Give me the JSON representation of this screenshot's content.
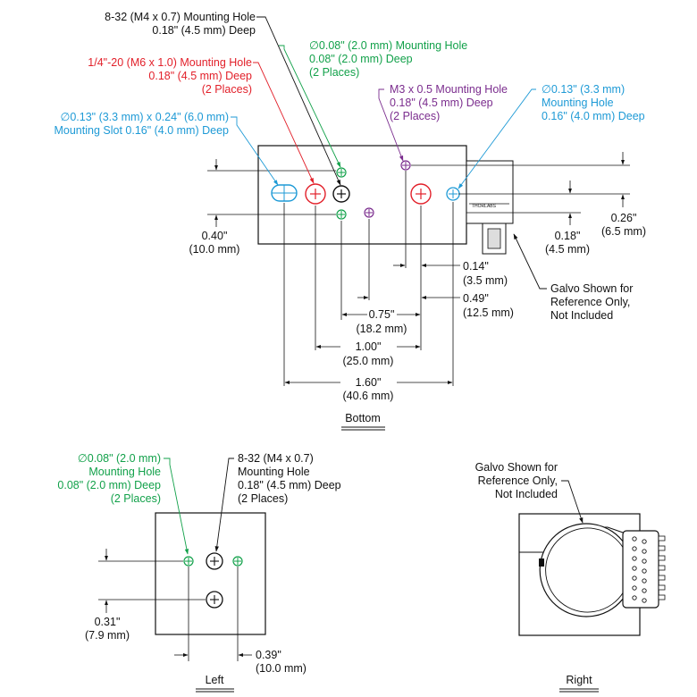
{
  "colors": {
    "black": "#111111",
    "red": "#e2202a",
    "green": "#12a14a",
    "purple": "#7b2d8e",
    "blue": "#1e9ad6"
  },
  "bottom_view": {
    "title": "Bottom",
    "callout_832": [
      "8-32 (M4 x 0.7) Mounting Hole",
      "0.18\" (4.5 mm) Deep"
    ],
    "callout_quarter20": [
      "1/4\"-20 (M6 x 1.0) Mounting Hole",
      "0.18\" (4.5 mm) Deep",
      "(2 Places)"
    ],
    "callout_d008": [
      "∅0.08\" (2.0 mm) Mounting Hole",
      "0.08\" (2.0 mm) Deep",
      "(2 Places)"
    ],
    "callout_m3": [
      "M3 x 0.5 Mounting Hole",
      "0.18\" (4.5 mm) Deep",
      "(2 Places)"
    ],
    "callout_d013": [
      "∅0.13\" (3.3 mm)",
      "Mounting Hole",
      "0.16\" (4.0 mm) Deep"
    ],
    "callout_slot": [
      "∅0.13\" (3.3 mm) x 0.24\" (6.0 mm)",
      "Mounting Slot 0.16\" (4.0 mm) Deep"
    ],
    "galvo_note": [
      "Galvo Shown for",
      "Reference Only,",
      "Not Included"
    ],
    "dims": {
      "d040": [
        "0.40\"",
        "(10.0 mm)"
      ],
      "d026": [
        "0.26\"",
        "(6.5 mm)"
      ],
      "d018": [
        "0.18\"",
        "(4.5 mm)"
      ],
      "d014": [
        "0.14\"",
        "(3.5 mm)"
      ],
      "d049": [
        "0.49\"",
        "(12.5 mm)"
      ],
      "d075": [
        "0.75\"",
        "(18.2 mm)"
      ],
      "d100": [
        "1.00\"",
        "(25.0 mm)"
      ],
      "d160": [
        "1.60\"",
        "(40.6 mm)"
      ]
    }
  },
  "left_view": {
    "title": "Left",
    "callout_d008": [
      "∅0.08\" (2.0 mm)",
      "Mounting Hole",
      "0.08\" (2.0 mm) Deep",
      "(2 Places)"
    ],
    "callout_832": [
      "8-32 (M4 x 0.7)",
      "Mounting Hole",
      "0.18\" (4.5 mm) Deep",
      "(2 Places)"
    ],
    "dims": {
      "d031": [
        "0.31\"",
        "(7.9 mm)"
      ],
      "d039": [
        "0.39\"",
        "(10.0 mm)"
      ]
    }
  },
  "right_view": {
    "title": "Right",
    "galvo_note": [
      "Galvo Shown for",
      "Reference Only,",
      "Not Included"
    ]
  }
}
